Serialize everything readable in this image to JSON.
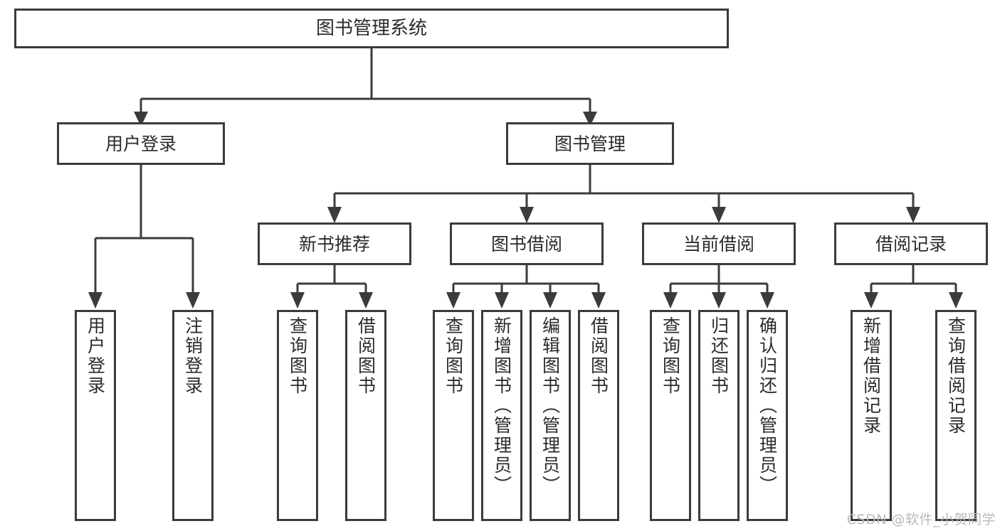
{
  "diagram": {
    "type": "tree",
    "title": "图书管理系统",
    "orientation": "top-down",
    "background_color": "#ffffff",
    "line_color": "#3b3b3b",
    "text_color": "#2b2b2b",
    "root": {
      "id": "root",
      "label": "图书管理系统"
    },
    "level2": [
      {
        "id": "user-login",
        "label": "用户登录"
      },
      {
        "id": "book-manage",
        "label": "图书管理"
      }
    ],
    "level3": [
      {
        "id": "new-book-recommend",
        "label": "新书推荐",
        "parent": "book-manage"
      },
      {
        "id": "book-borrow",
        "label": "图书借阅",
        "parent": "book-manage"
      },
      {
        "id": "current-borrow",
        "label": "当前借阅",
        "parent": "book-manage"
      },
      {
        "id": "borrow-record",
        "label": "借阅记录",
        "parent": "book-manage"
      }
    ],
    "leaves": [
      {
        "id": "leaf-user-login",
        "label": "用户登录",
        "parent": "user-login"
      },
      {
        "id": "leaf-user-logout",
        "label": "注销登录",
        "parent": "user-login"
      },
      {
        "id": "leaf-query-book-1",
        "label": "查询图书",
        "parent": "new-book-recommend"
      },
      {
        "id": "leaf-borrow-book-1",
        "label": "借阅图书",
        "parent": "new-book-recommend"
      },
      {
        "id": "leaf-query-book-2",
        "label": "查询图书",
        "parent": "book-borrow"
      },
      {
        "id": "leaf-add-book",
        "label": "新增图书（管理员）",
        "parent": "book-borrow"
      },
      {
        "id": "leaf-edit-book",
        "label": "编辑图书（管理员）",
        "parent": "book-borrow"
      },
      {
        "id": "leaf-borrow-book-2",
        "label": "借阅图书",
        "parent": "book-borrow"
      },
      {
        "id": "leaf-query-book-3",
        "label": "查询图书",
        "parent": "current-borrow"
      },
      {
        "id": "leaf-return-book",
        "label": "归还图书",
        "parent": "current-borrow"
      },
      {
        "id": "leaf-confirm-return",
        "label": "确认归还（管理员）",
        "parent": "current-borrow"
      },
      {
        "id": "leaf-add-borrow-record",
        "label": "新增借阅记录",
        "parent": "borrow-record"
      },
      {
        "id": "leaf-query-borrow-record",
        "label": "查询借阅记录",
        "parent": "borrow-record"
      }
    ]
  },
  "watermark": {
    "text": "CSDN @软件_小贺同学"
  }
}
